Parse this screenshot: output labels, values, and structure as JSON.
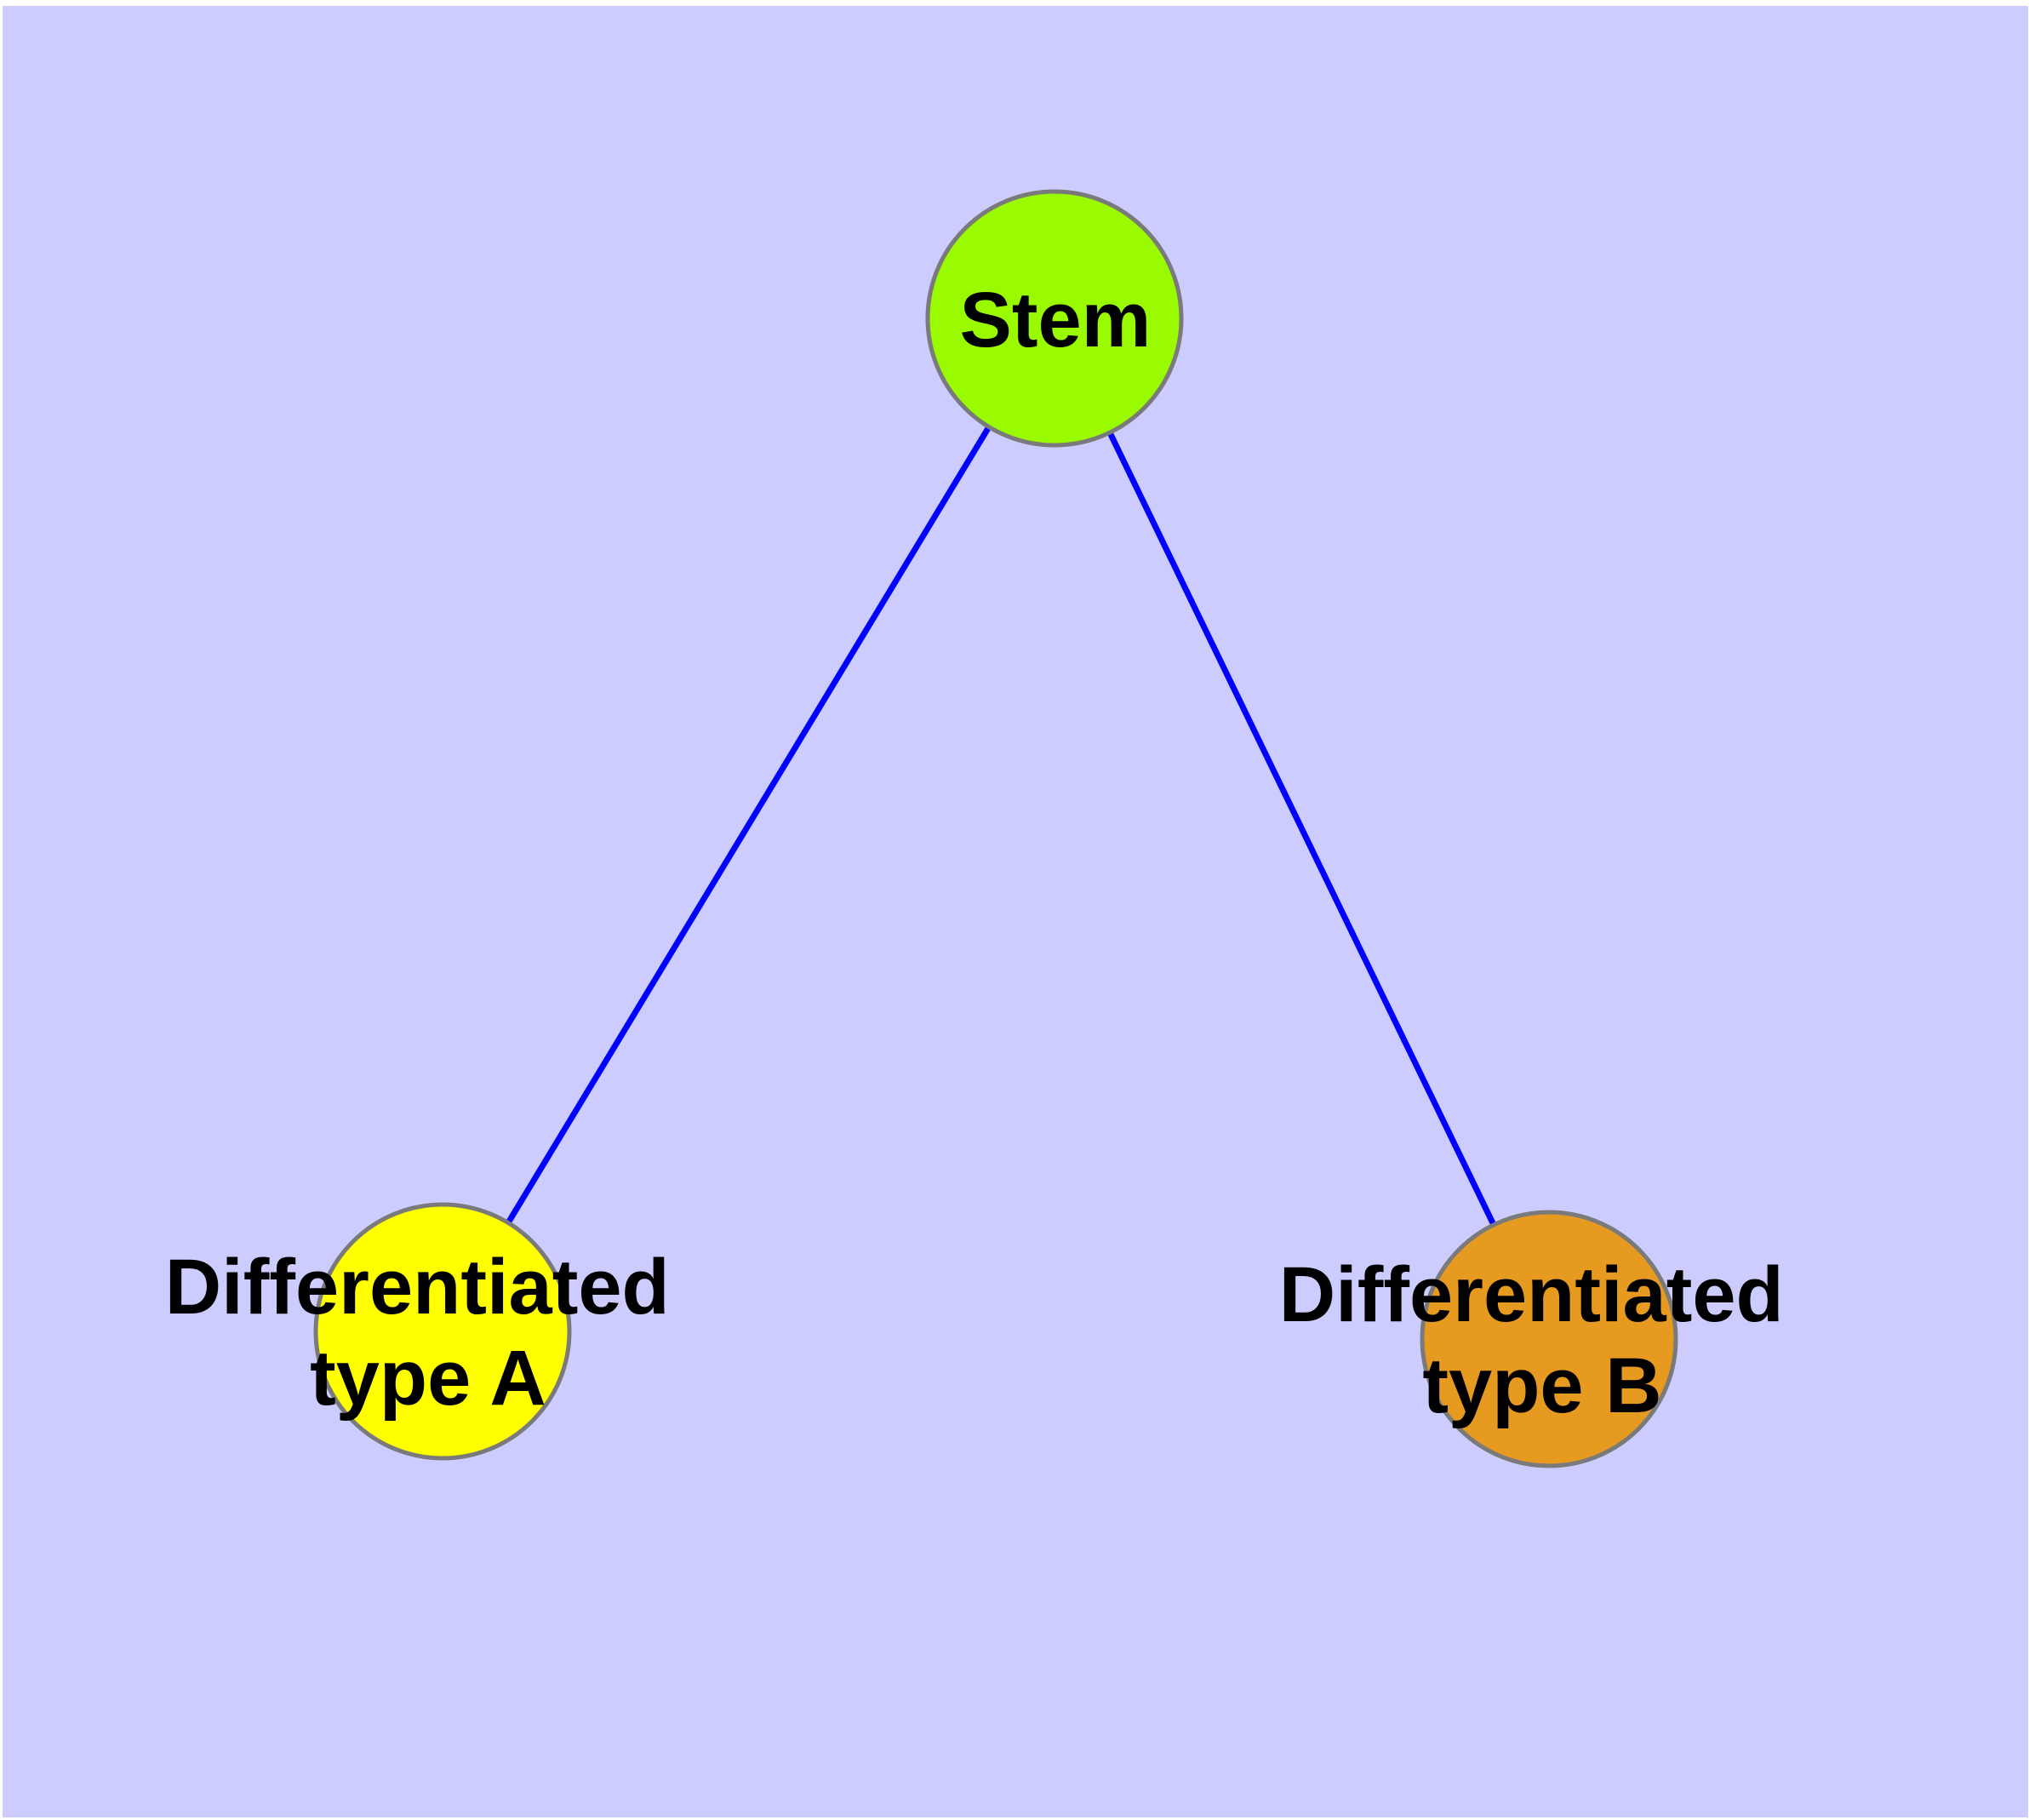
{
  "diagram": {
    "type": "network-graph",
    "background_color": "#CCCCFF",
    "frame_color": "#FFFFFF",
    "edge_color": "#0000FF",
    "node_border_color": "#7A7A7A",
    "label_color": "#000000",
    "nodes": [
      {
        "id": "stem",
        "label": "Stem",
        "label_lines": [
          "Stem"
        ],
        "color": "#9AFB00"
      },
      {
        "id": "type-a",
        "label": "Differentiated type A",
        "label_lines": [
          "Differentiated",
          "type A"
        ],
        "color": "#FFFF00"
      },
      {
        "id": "type-b",
        "label": "Differentiated type B",
        "label_lines": [
          "Differentiated",
          "type B"
        ],
        "color": "#E79A20"
      }
    ],
    "edges": [
      {
        "from": "stem",
        "to": "type-a"
      },
      {
        "from": "stem",
        "to": "type-b"
      }
    ]
  }
}
